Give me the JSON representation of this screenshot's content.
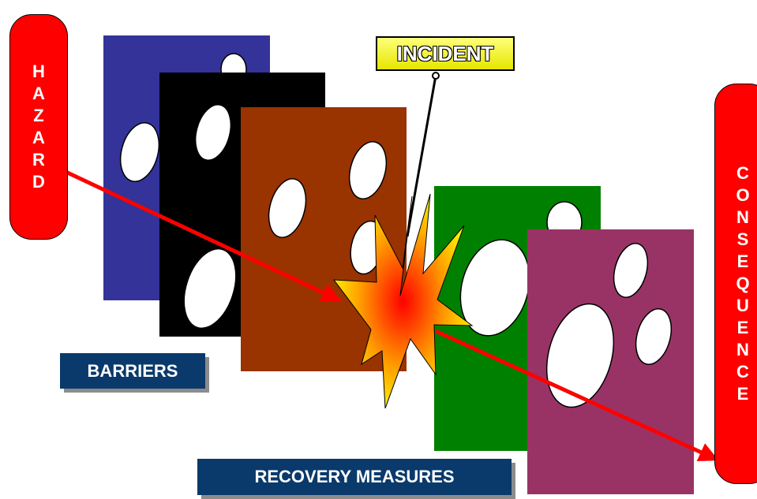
{
  "hazard": {
    "label": "HAZARD",
    "letters": [
      "H",
      "A",
      "Z",
      "A",
      "R",
      "D"
    ]
  },
  "consequence": {
    "label": "CONSEQUENCE",
    "letters": [
      "C",
      "O",
      "N",
      "S",
      "E",
      "Q",
      "U",
      "E",
      "N",
      "C",
      "E"
    ]
  },
  "incident": {
    "label": "INCIDENT"
  },
  "barriers": {
    "label": "BARRIERS"
  },
  "recovery": {
    "label": "RECOVERY MEASURES"
  },
  "colors": {
    "barrier_1": "#333399",
    "barrier_2": "#000000",
    "barrier_3": "#993300",
    "recovery_1": "#008000",
    "recovery_2": "#993366",
    "arrow": "#ff0000",
    "label_box": "#0a3a6b",
    "incident_box": "#ffff00"
  }
}
